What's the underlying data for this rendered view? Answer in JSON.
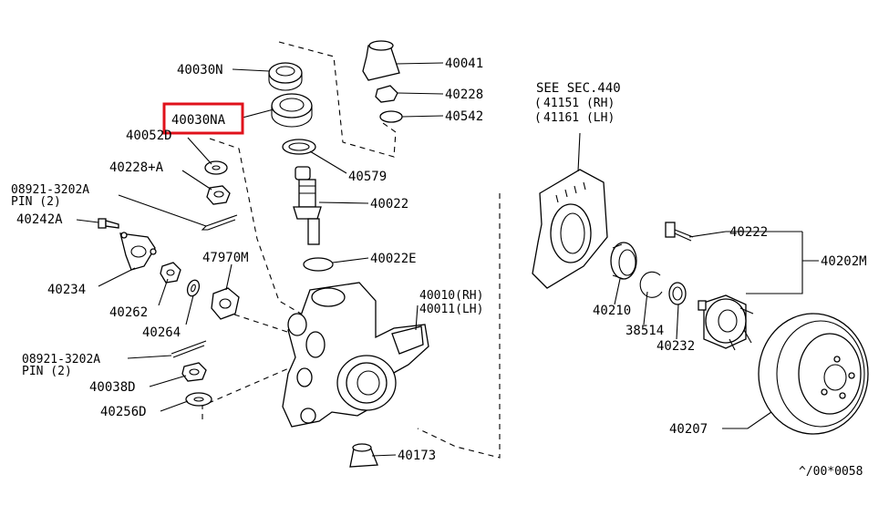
{
  "labels": {
    "p40030N": "40030N",
    "p40030NA": "40030NA",
    "p40052D": "40052D",
    "p40228A": "40228+A",
    "p08921a_1": "08921-3202A",
    "p08921a_2": "PIN (2)",
    "p40242A": "40242A",
    "p40234": "40234",
    "p40262": "40262",
    "p40264": "40264",
    "p47970M": "47970M",
    "p08921b_1": "08921-3202A",
    "p08921b_2": "PIN (2)",
    "p40038D": "40038D",
    "p40256D": "40256D",
    "p40041": "40041",
    "p40228": "40228",
    "p40542": "40542",
    "p40579": "40579",
    "p40022": "40022",
    "p40022E": "40022E",
    "p40010": "40010(RH)",
    "p40011": "40011(LH)",
    "p40173": "40173",
    "see_1": "SEE SEC.440",
    "see_2": "41151 (RH)",
    "see_3": "41161 (LH)",
    "p40210": "40210",
    "p38514": "38514",
    "p40232": "40232",
    "p40222": "40222",
    "p40202M": "40202M",
    "p40207": "40207",
    "ref": "^/00*0058"
  },
  "highlight": {
    "target": "40030NA",
    "color": "#e0121b"
  }
}
